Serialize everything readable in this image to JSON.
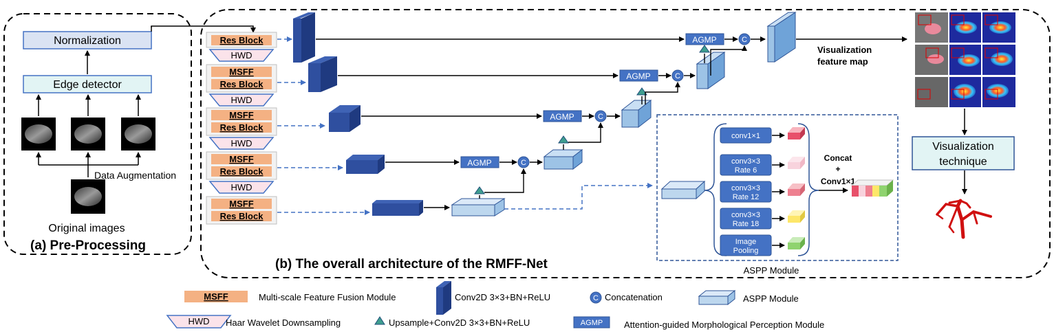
{
  "preprocessing": {
    "section_label": "(a) Pre-Processing",
    "normalization": "Normalization",
    "edge_detector": "Edge detector",
    "data_augmentation": "Data Augmentation",
    "original_images": "Original images"
  },
  "architecture": {
    "section_label": "(b) The overall architecture of the RMFF-Net",
    "msff": "MSFF",
    "res_block": "Res Block",
    "hwd": "HWD",
    "agmp": "AGMP",
    "concat_symbol": "C",
    "visualization_feature_map_line1": "Visualization",
    "visualization_feature_map_line2": "feature map",
    "visualization_technique_line1": "Visualization",
    "visualization_technique_line2": "technique"
  },
  "aspp": {
    "label": "ASPP Module",
    "branches": [
      {
        "line1": "conv1×1",
        "line2": ""
      },
      {
        "line1": "conv3×3",
        "line2": "Rate 6"
      },
      {
        "line1": "conv3×3",
        "line2": "Rate 12"
      },
      {
        "line1": "conv3×3",
        "line2": "Rate 18"
      },
      {
        "line1": "Image",
        "line2": "Pooling"
      }
    ],
    "concat_line1": "Concat",
    "concat_line2": "+",
    "concat_line3": "Conv1×1"
  },
  "legend": {
    "msff_label": "MSFF",
    "msff_desc": "Multi-scale Feature Fusion Module",
    "conv_desc": "Conv2D 3×3+BN+ReLU",
    "concat_symbol": "C",
    "concat_desc": "Concatenation",
    "aspp_desc": "ASPP Module",
    "hwd_label": "HWD",
    "hwd_desc": "Haar Wavelet Downsampling",
    "upsample_desc": "Upsample+Conv2D 3×3+BN+ReLU",
    "agmp_label": "AGMP",
    "agmp_desc": "Attention-guided Morphological Perception Module"
  },
  "colors": {
    "msff_fill": "#f4b183",
    "hwd_fill": "#fbe3ea",
    "norm_fill": "#dae3f3",
    "edge_fill": "#e2f4f4",
    "agmp_fill": "#4472c4",
    "block_dark": "#2f4f9f",
    "aspp_fill": "#bdd7ee",
    "upsample_fill": "#3f9e8f"
  }
}
